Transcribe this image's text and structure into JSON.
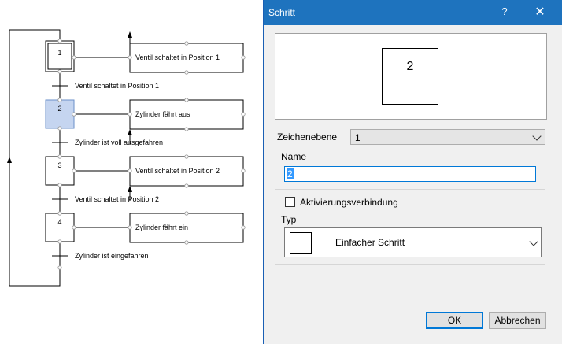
{
  "diagram": {
    "steps": [
      {
        "number": "1",
        "action": "Ventil schaltet in Position 1",
        "initial": true,
        "active": false
      },
      {
        "number": "2",
        "action": "Zylinder fährt aus",
        "initial": false,
        "active": true
      },
      {
        "number": "3",
        "action": "Ventil schaltet in Position 2",
        "initial": false,
        "active": false
      },
      {
        "number": "4",
        "action": "Zylinder fährt ein",
        "initial": false,
        "active": false
      }
    ],
    "transitions": [
      "Ventil schaltet in Position 1",
      "Zylinder ist voll ausgefahren",
      "Ventil schaltet in Position 2",
      "Zylinder ist eingefahren"
    ],
    "active_color": "#c5d5f0"
  },
  "dialog": {
    "title": "Schritt",
    "help_label": "?",
    "close_label": "✕",
    "preview_number": "2",
    "layer_label": "Zeichenebene",
    "layer_value": "1",
    "name_group_label": "Name",
    "name_value": "2",
    "activation_label": "Aktivierungsverbindung",
    "activation_checked": false,
    "type_group_label": "Typ",
    "type_value": "Einfacher Schritt",
    "ok_label": "OK",
    "cancel_label": "Abbrechen",
    "accent_color": "#1e73be"
  }
}
